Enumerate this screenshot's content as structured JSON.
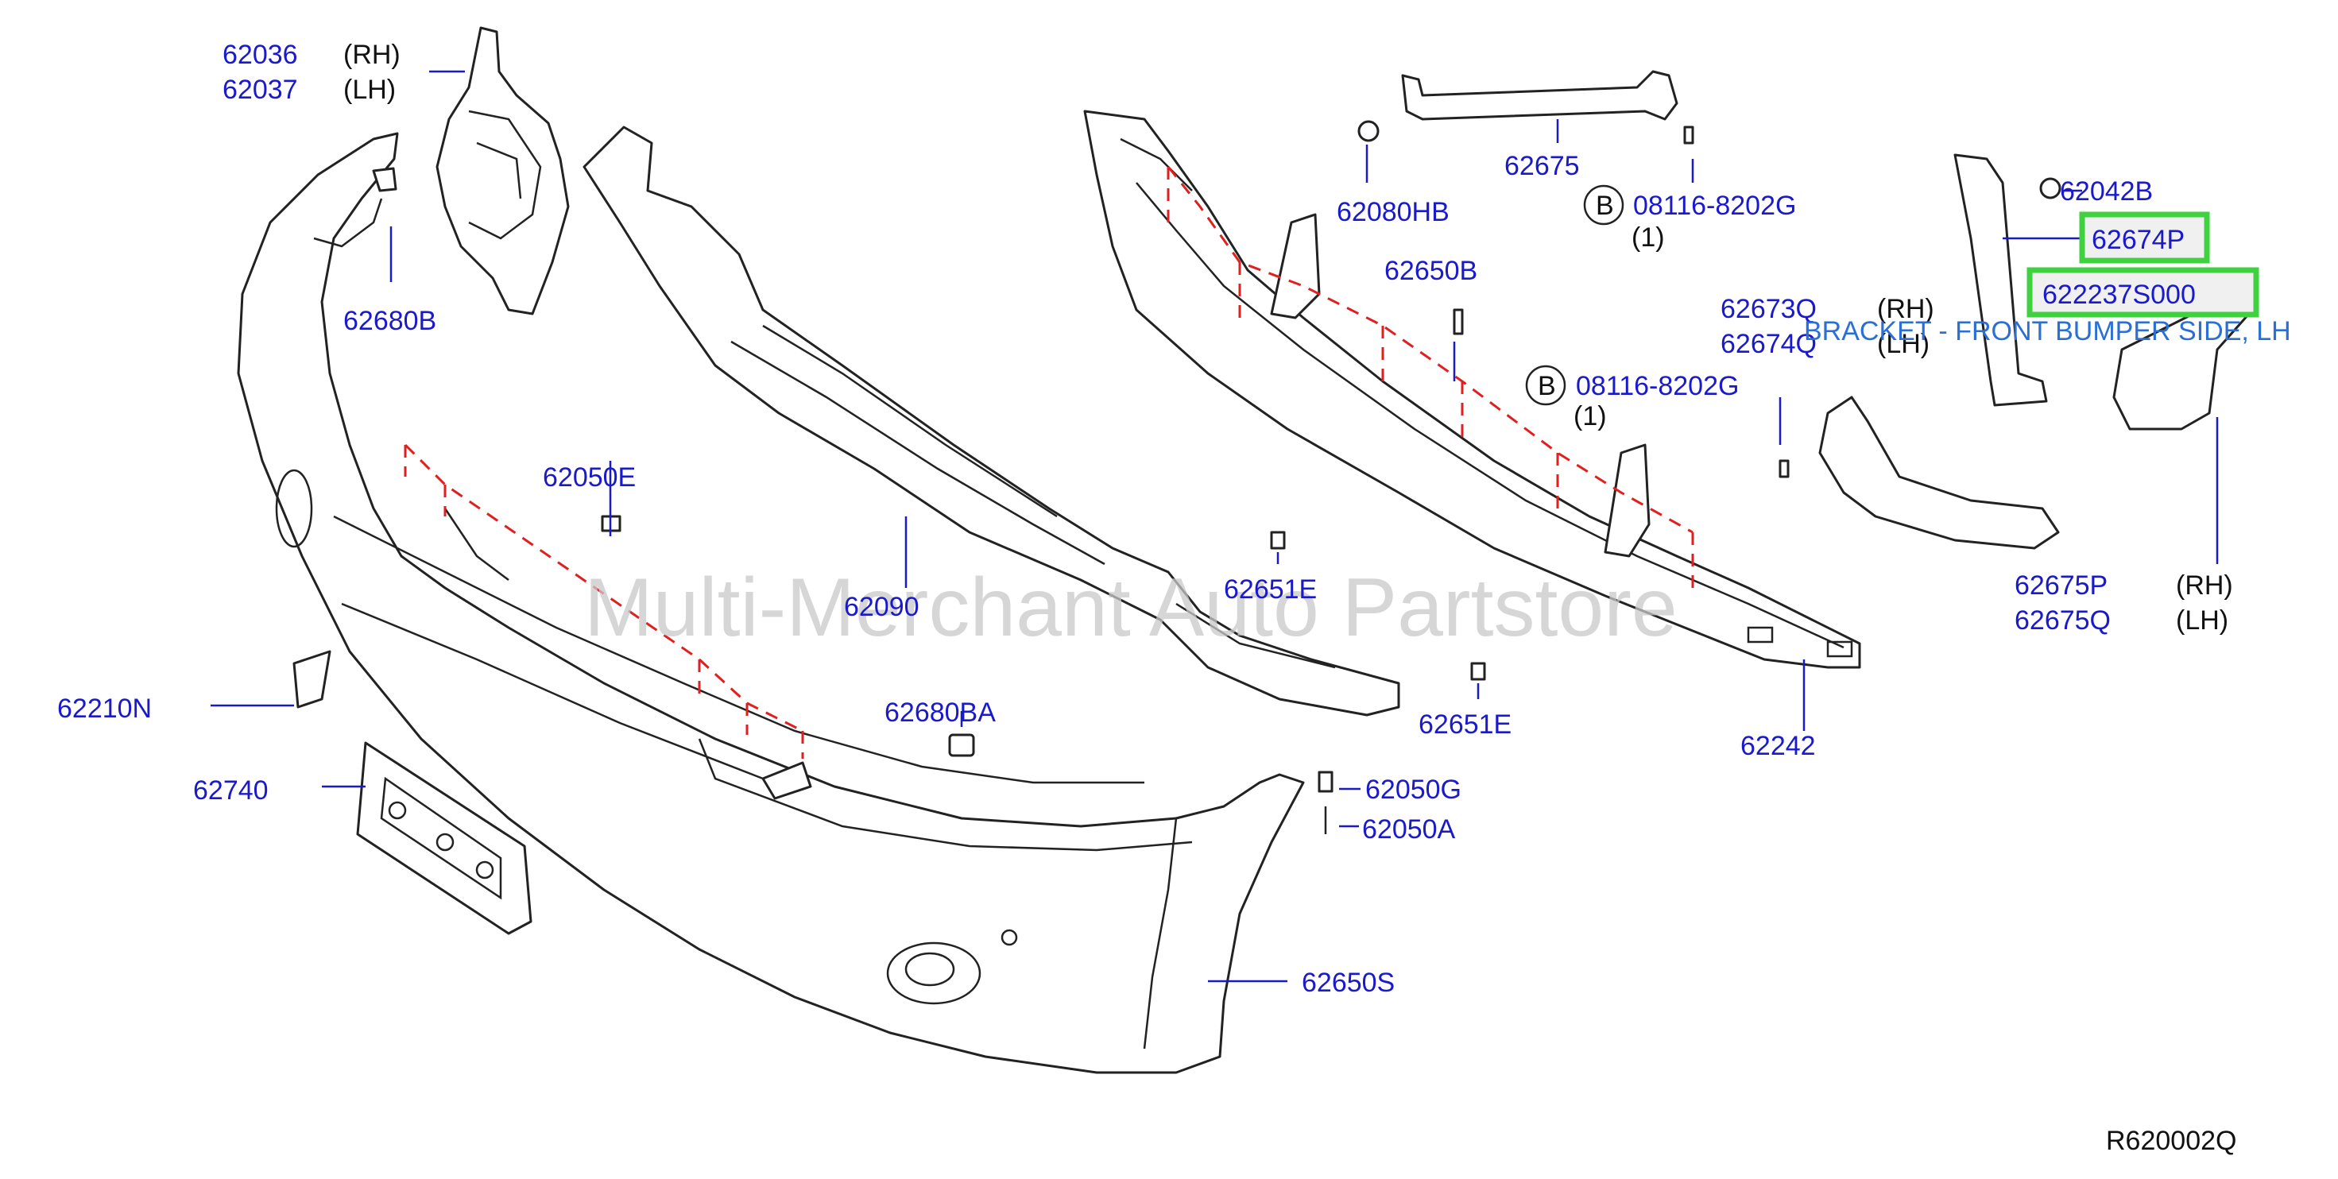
{
  "labels": {
    "p62036": "62036",
    "p62037": "62037",
    "rh": "(RH)",
    "lh": "(LH)",
    "p62680B": "62680B",
    "p62675": "62675",
    "p62080HB": "62080HB",
    "bolt_b": "B",
    "p08116_a": "08116-8202G",
    "qty_a": "(1)",
    "p62650B": "62650B",
    "p08116_b": "08116-8202G",
    "qty_b": "(1)",
    "p62042B": "62042B",
    "p62674P": "62674P",
    "p622237S000": "622237S000",
    "p62673Q": "62673Q",
    "p62674Q": "62674Q",
    "tooltip": "BRACKET - FRONT BUMPER SIDE, LH",
    "p62050E": "62050E",
    "p62090": "62090",
    "p62651E_a": "62651E",
    "p62651E_b": "62651E",
    "p62242": "62242",
    "p62675P": "62675P",
    "p62675Q": "62675Q",
    "p62210N": "62210N",
    "p62680BA": "62680BA",
    "p62740": "62740",
    "p62050G": "62050G",
    "p62050A": "62050A",
    "p62650S": "62650S",
    "diagram_code": "R620002Q"
  },
  "watermark": "Multi-Merchant Auto Partstore",
  "colors": {
    "part_number": "#1a1acc",
    "highlight_box": "#3fd13f",
    "highlight_fill": "#f0f0f0",
    "dashed_guides": "#e02020",
    "tooltip_text": "#2a6fd6",
    "line_art": "#222222"
  },
  "highlighted_parts": [
    "62674P",
    "622237S000"
  ]
}
